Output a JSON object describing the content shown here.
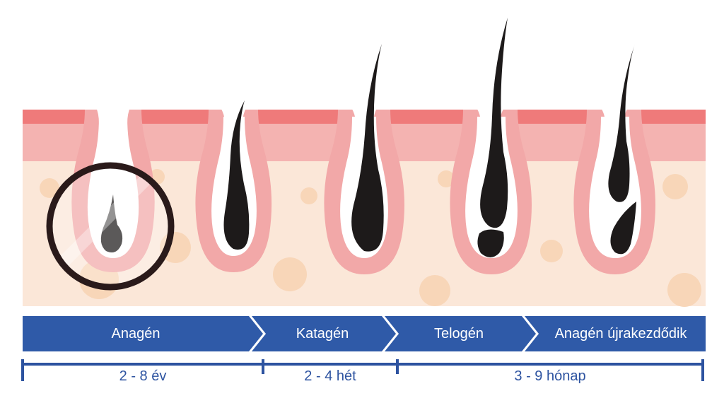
{
  "colors": {
    "phase_bar": "#2f5aa8",
    "timeline": "#2d53a0",
    "epidermis_top": "#ef7a7a",
    "epidermis": "#f4b3b1",
    "dermis": "#fbe7d8",
    "follicle_sheath": "#f2a8a8",
    "fat_cell": "#f8d6b8",
    "hair": "#1d1a1a",
    "highlight_ring": "#2a1a1a"
  },
  "phases": [
    {
      "label": "Anagén"
    },
    {
      "label": "Katagén"
    },
    {
      "label": "Telogén"
    },
    {
      "label": "Anagén újrakezdődik"
    }
  ],
  "durations": [
    {
      "label": "2 - 8 év"
    },
    {
      "label": "2 - 4 hét"
    },
    {
      "label": "3 - 9 hónap"
    }
  ],
  "icons": {
    "follicle": "hair-follicle-icon",
    "highlight": "magnifier-ring-icon"
  }
}
